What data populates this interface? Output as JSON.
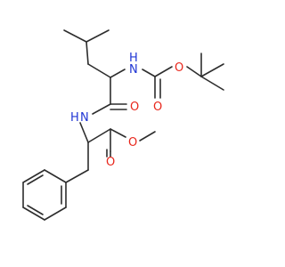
{
  "molecule": {
    "atom_labels": {
      "nh_boc": "N",
      "nh_boc_h": "H",
      "nh_amide": "N",
      "nh_amide_h": "H",
      "o_boc_ether": "O",
      "o_boc_carbonyl": "O",
      "o_amide": "O",
      "o_ester_carbonyl": "O",
      "o_ester_ether": "O"
    },
    "colors": {
      "carbon_bond": "#2d2d2d",
      "oxygen": "#e8261b",
      "nitrogen": "#1f35d4",
      "background": "#ffffff"
    }
  }
}
